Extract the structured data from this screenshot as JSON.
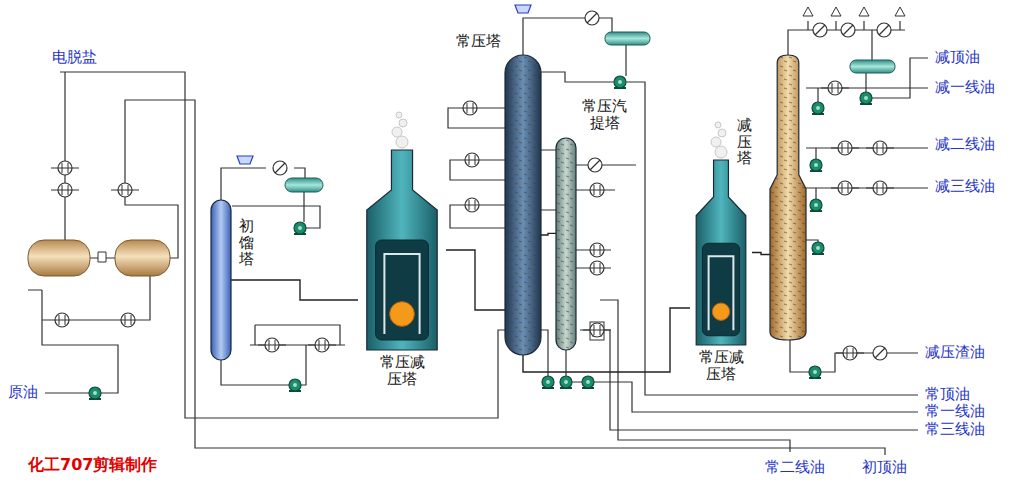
{
  "diagram": {
    "nodes": [
      {
        "text": [
          "初馏塔"
        ]
      },
      {
        "text": [
          "常压减压塔"
        ]
      },
      {
        "text": [
          "常压塔"
        ]
      },
      {
        "text": [
          "常压汽提塔"
        ]
      },
      {
        "text": [
          "常压减压塔"
        ]
      },
      {
        "text": [
          "减压塔"
        ]
      }
    ],
    "edges": [
      {
        "from": 0,
        "to": 1,
        "arrow": "none"
      },
      {
        "from": 1,
        "to": 2,
        "arrow": "none"
      },
      {
        "from": 2,
        "to": 3,
        "arrow": "none"
      },
      {
        "from": 2,
        "to": 4,
        "arrow": "none"
      },
      {
        "from": 4,
        "to": 5,
        "arrow": "none"
      }
    ],
    "labels": [
      "电脱盐",
      "原油",
      "减顶油",
      "减一线油",
      "减二线油",
      "减三线油",
      "减压渣油",
      "常顶油",
      "常一线油",
      "常三线油",
      "常二线油",
      "初顶油",
      "化工707剪辑制作"
    ]
  }
}
